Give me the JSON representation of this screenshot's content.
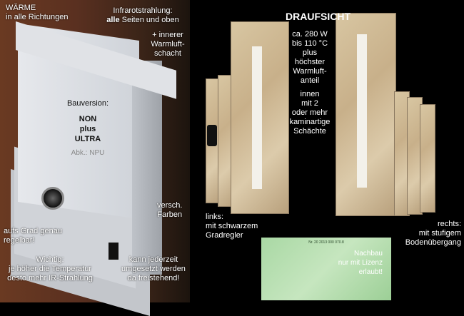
{
  "left_photo": {
    "heat_heading": "WÄRME",
    "heat_sub": "in alle Richtungen",
    "ir_heading": "Infrarotstrahlung:",
    "ir_bold": "alle",
    "ir_rest": " Seiten und oben",
    "shaft_1": "+ innerer",
    "shaft_2": "Warmluft-",
    "shaft_3": "schacht",
    "version_label": "Bauversion:",
    "version_1": "NON",
    "version_2": "plus",
    "version_3": "ULTRA",
    "abbr": "Abk.: NPU",
    "colors_1": "versch.",
    "colors_2": "Farben",
    "control_1": "aufs Grad genau",
    "control_2": "regelbar!",
    "important_1": "Wichtig:",
    "important_2": "je höher die Temperatur",
    "important_3": "desto mehr IR-Strahlung",
    "move_1": "kann jederzeit",
    "move_2": "umgesetzt werden",
    "move_3": "da freistehend!"
  },
  "right_photo": {
    "title": "DRAUFSICHT",
    "power_1": "ca. 280 W",
    "power_2": "bis 110 °C",
    "power_3": "plus höchster",
    "power_4": "Warmluft-",
    "power_5": "anteil",
    "inner_1": "innen",
    "inner_2": "mit 2",
    "inner_3": "oder mehr",
    "inner_4": "kaminartige",
    "inner_5": "Schächte",
    "left_1": "links:",
    "left_2": "mit schwarzem",
    "left_3": "Gradregler",
    "right_1": "rechts:",
    "right_2": "mit stufigem",
    "right_3": "Bodenübergang"
  },
  "certificate": {
    "number": "Nr. 20 2013 000 070.8",
    "license_1": "Nachbau",
    "license_2": "nur mit Lizenz",
    "license_3": "erlaubt!"
  }
}
